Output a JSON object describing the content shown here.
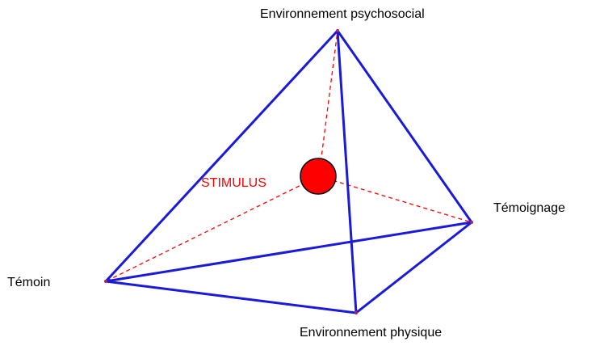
{
  "labels": {
    "apex": "Environnement psychosocial",
    "right": "Témoignage",
    "left": "Témoin",
    "bottom": "Environnement physique",
    "center": "STIMULUS"
  },
  "colors": {
    "edge": "#1a1adb",
    "dashed": "#ff0000",
    "stimulus_fill": "#ff0000",
    "stimulus_label": "#ff0000",
    "vertex_dot": "#b0206a"
  }
}
